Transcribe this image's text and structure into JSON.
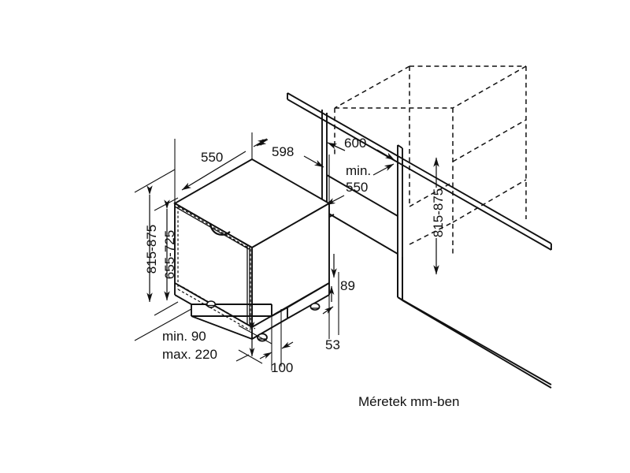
{
  "drawing": {
    "title": "Built-in dishwasher installation dimensions",
    "caption": "Méretek mm-ben",
    "units": "mm",
    "projection": "isometric",
    "line_color": "#111111",
    "background_color": "#ffffff"
  },
  "dimensions": {
    "depth_top": "550",
    "width_top": "598",
    "height_total": "815-875",
    "height_body": "655-725",
    "niche_width": "600",
    "niche_depth_label_1": "min.",
    "niche_depth_label_2": "550",
    "niche_height": "815-875",
    "plinth_recess": "89",
    "foot_offset": "53",
    "front_offset": "100",
    "plinth_min": "min. 90",
    "plinth_max": "max. 220"
  },
  "labels": {
    "d550": "550",
    "d598": "598",
    "d815_875_left": "815-875",
    "d655_725": "655-725",
    "d600": "600",
    "d_min": "min.",
    "d_550b": "550",
    "d815_875_right": "815-875",
    "d89": "89",
    "d53": "53",
    "d100": "100",
    "d_min90": "min. 90",
    "d_max220": "max. 220",
    "caption": "Méretek mm-ben"
  }
}
